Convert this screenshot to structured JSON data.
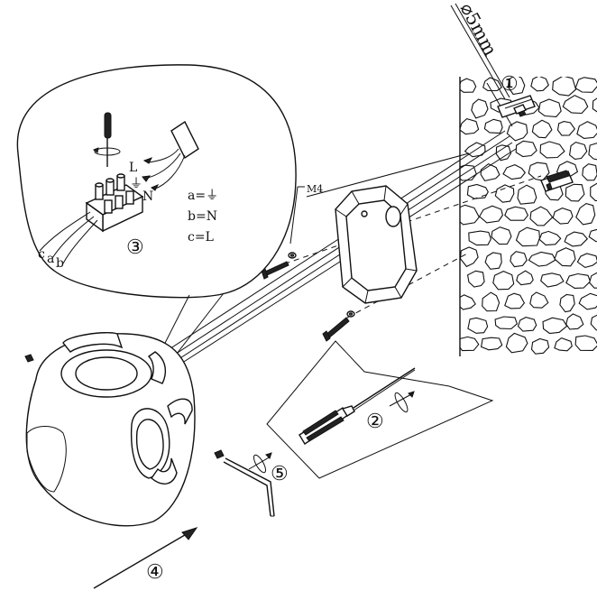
{
  "labels": {
    "drill_size": "⌀5mm",
    "screw_size": "M4",
    "step1": "①",
    "step2": "②",
    "step3": "③",
    "step4": "④",
    "step5": "⑤",
    "terminal_letters": {
      "c": "c",
      "a": "a",
      "b": "b"
    },
    "wire_L": "L",
    "wire_earth": "⏚",
    "wire_N": "N",
    "legend_a": "a=⏚",
    "legend_b": "b=N",
    "legend_c": "c=L"
  },
  "colors": {
    "line": "#111111",
    "background": "#ffffff"
  }
}
